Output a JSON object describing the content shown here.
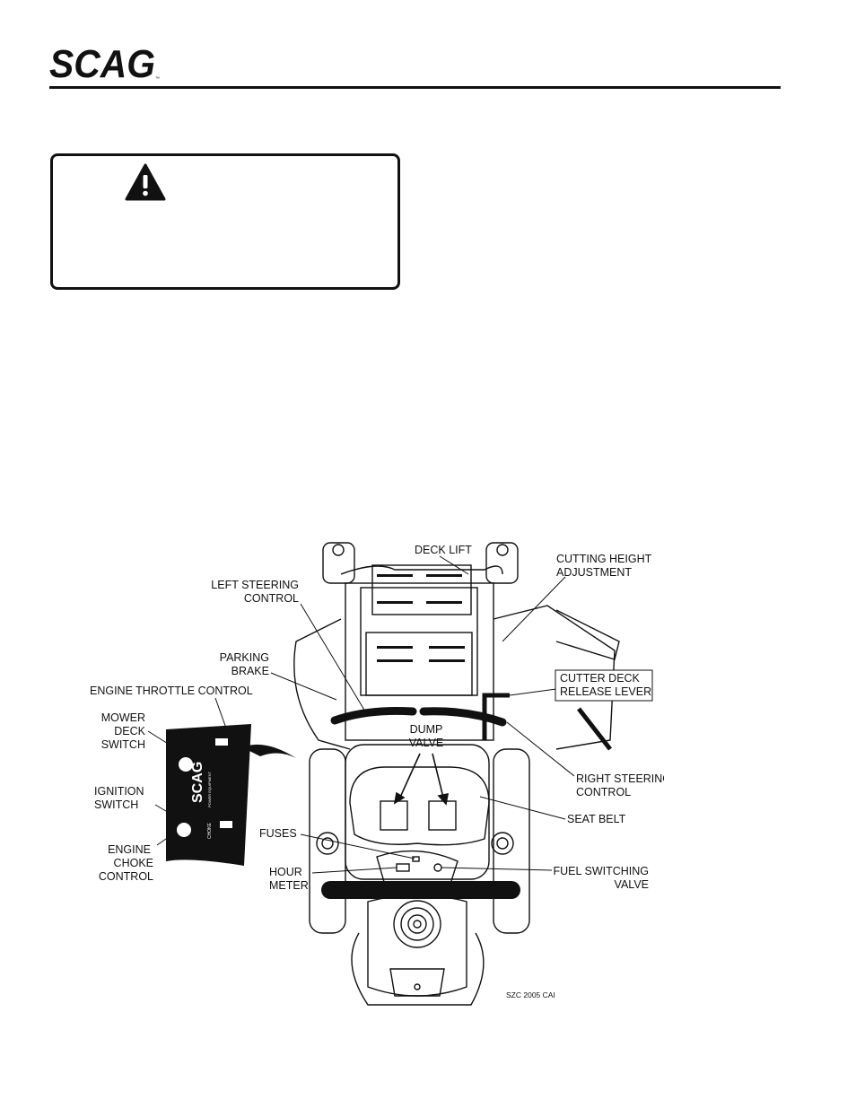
{
  "header": {
    "logo_text": "SCAG",
    "trademark": "™"
  },
  "warning_box": {
    "icon": "warning-triangle-icon"
  },
  "figure": {
    "labels": {
      "deck_lift": "DECK LIFT",
      "cutting_height_1": "CUTTING HEIGHT",
      "cutting_height_2": "ADJUSTMENT",
      "left_steering_1": "LEFT STEERING",
      "left_steering_2": "CONTROL",
      "parking_brake_1": "PARKING",
      "parking_brake_2": "BRAKE",
      "cutter_deck_release_1": "CUTTER DECK",
      "cutter_deck_release_2": "RELEASE LEVER",
      "engine_throttle": "ENGINE THROTTLE CONTROL",
      "mower_deck_1": "MOWER",
      "mower_deck_2": "DECK",
      "mower_deck_3": "SWITCH",
      "dump_valve_1": "DUMP",
      "dump_valve_2": "VALVE",
      "right_steering_1": "RIGHT STEERING",
      "right_steering_2": "CONTROL",
      "ignition_1": "IGNITION",
      "ignition_2": "SWITCH",
      "seat_belt": "SEAT BELT",
      "fuses": "FUSES",
      "engine_choke_1": "ENGINE",
      "engine_choke_2": "CHOKE",
      "engine_choke_3": "CONTROL",
      "hour_meter_1": "HOUR",
      "hour_meter_2": "METER",
      "fuel_switching_1": "FUEL SWITCHING",
      "fuel_switching_2": "VALVE",
      "figure_id": "SZC 2005 CAI"
    },
    "panel": {
      "brand": "SCAG",
      "sub": "POWER EQUIPMENT",
      "choke": "CHOKE"
    }
  }
}
